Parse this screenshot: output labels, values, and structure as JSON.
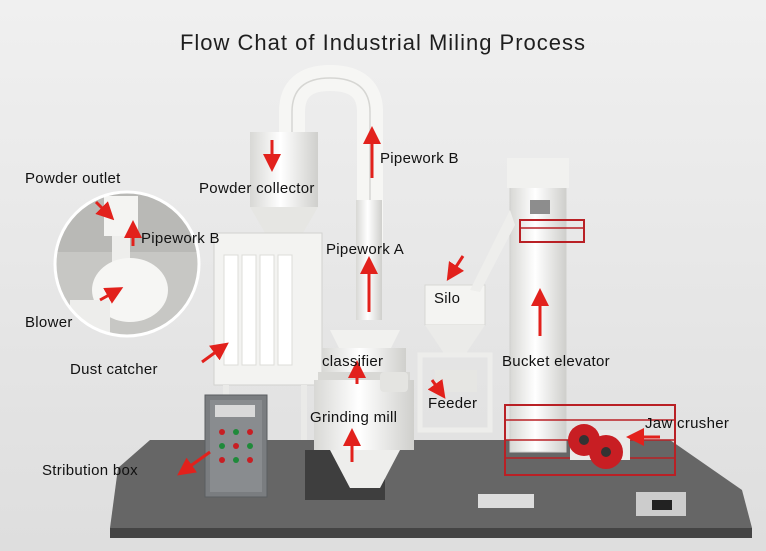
{
  "title": "Flow Chat of Industrial Miling Process",
  "labels": {
    "powder_outlet": "Powder outlet",
    "pipework_b_inset": "Pipework B",
    "blower": "Blower",
    "dust_catcher": "Dust catcher",
    "stribution_box": "Stribution box",
    "powder_collector": "Powder collector",
    "pipework_b": "Pipework B",
    "pipework_a": "Pipework A",
    "silo": "Silo",
    "classifier": "classifier",
    "grinding_mill": "Grinding mill",
    "feeder": "Feeder",
    "bucket_elevator": "Bucket elevator",
    "jaw_crusher": "Jaw crusher"
  },
  "colors": {
    "arrow": "#e2211c",
    "machine": "#f4f4f2",
    "machine_shade": "#d9d9d6",
    "base": "#5f5f5f",
    "rail": "#b92025",
    "panel": "#7a7d80"
  }
}
